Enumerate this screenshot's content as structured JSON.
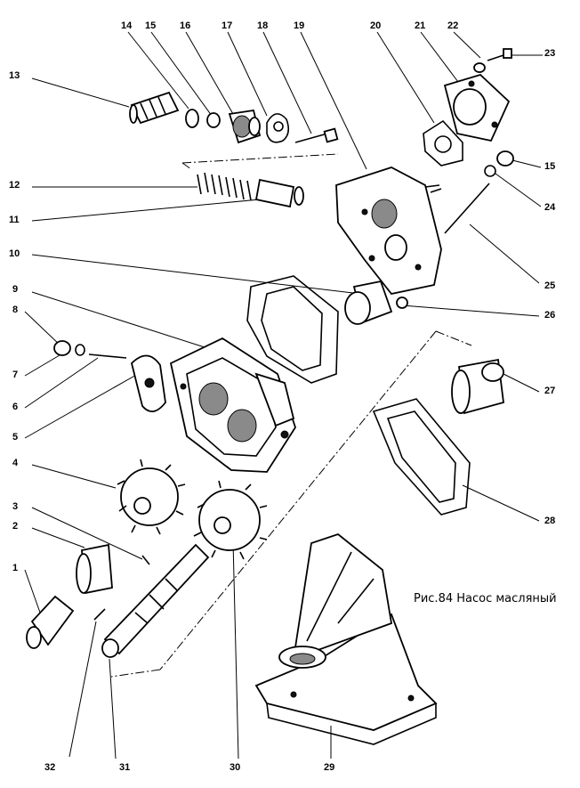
{
  "caption": "Рис.84 Насос масляный",
  "callouts": [
    "13",
    "14",
    "15",
    "16",
    "17",
    "18",
    "19",
    "20",
    "21",
    "22",
    "23",
    "15",
    "24",
    "25",
    "12",
    "11",
    "10",
    "26",
    "9",
    "8",
    "7",
    "6",
    "27",
    "5",
    "28",
    "4",
    "3",
    "2",
    "1",
    "29",
    "30",
    "31",
    "32"
  ]
}
